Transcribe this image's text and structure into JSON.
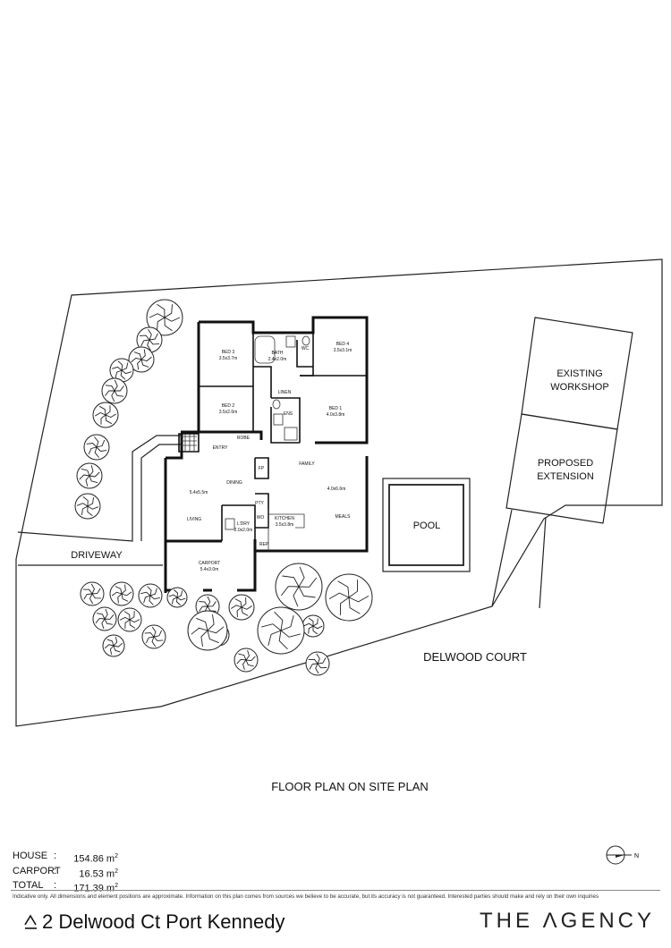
{
  "labels": {
    "driveway": "DRIVEWAY",
    "delwood_court": "DELWOOD COURT",
    "pool": "POOL",
    "existing_workshop_1": "EXISTING",
    "existing_workshop_2": "WORKSHOP",
    "proposed_extension_1": "PROPOSED",
    "proposed_extension_2": "EXTENSION",
    "plan_title": "FLOOR PLAN  ON SITE PLAN"
  },
  "rooms": {
    "bed3": "BED 3",
    "bed3_dim": "3.5x3.7m",
    "bath": "BATH",
    "bath_dim": "2.4x2.0m",
    "wc": "WC",
    "bed4": "BED 4",
    "bed4_dim": "3.5x3.1m",
    "linen": "LINEN",
    "bed2": "BED 2",
    "bed2_dim": "3.5x2.6m",
    "ens": "ENS",
    "bed1": "BED 1",
    "bed1_dim": "4.0x3.8m",
    "robe": "ROBE",
    "entry": "ENTRY",
    "family": "FAMILY",
    "dining": "DINING",
    "fp": "FP",
    "living_dim": "5.4x5.5m",
    "living": "LIVING",
    "pty": "PTY",
    "wo": "WO",
    "ldry": "L'DRY",
    "ldry_dim": "2.0x2.0m",
    "kitchen": "KITCHEN",
    "kitchen_dim": "3.5x3.8m",
    "meals_dim": "4.0x6.6m",
    "meals": "MEALS",
    "rep": "REP",
    "carport": "CARPORT",
    "carport_dim": "5.4x3.0m"
  },
  "areas": [
    {
      "name": "HOUSE",
      "value": "154.86 m",
      "unit_sup": "2"
    },
    {
      "name": "CARPORT",
      "value": "16.53 m",
      "unit_sup": "2"
    },
    {
      "name": "TOTAL",
      "value": "171.39 m",
      "unit_sup": "2"
    }
  ],
  "compass_letter": "N",
  "disclaimer": "Indicative only. All dimensions and element positions are approximate. Information on this plan comes from sources we believe to be accurate, but its accuracy is not guaranteed. Interested parties should make and rely on their own inquiries",
  "address": "2 Delwood Ct Port Kennedy",
  "brand": "THE ΛGENCY"
}
